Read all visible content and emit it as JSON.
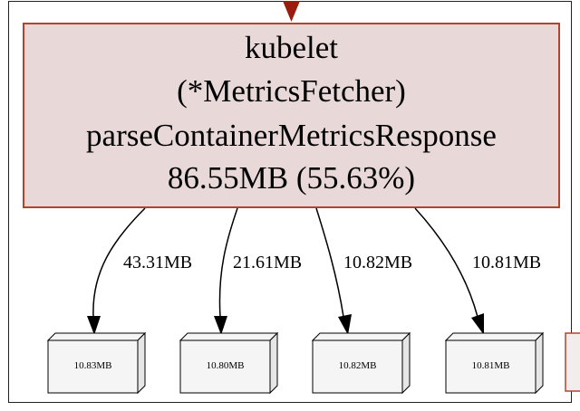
{
  "main_node": {
    "line1": "kubelet",
    "line2": "(*MetricsFetcher)",
    "line3": "parseContainerMetricsResponse",
    "line4": "86.55MB (55.63%)",
    "fill": "#e8d8d8",
    "stroke": "#b2432f"
  },
  "edges": [
    {
      "label": "43.31MB"
    },
    {
      "label": "21.61MB"
    },
    {
      "label": "10.82MB"
    },
    {
      "label": "10.81MB"
    }
  ],
  "child_nodes": [
    {
      "label": "10.83MB"
    },
    {
      "label": "10.80MB"
    },
    {
      "label": "10.82MB"
    },
    {
      "label": "10.81MB"
    }
  ],
  "incoming_arrow_color": "#9b1c0f",
  "box_fill": "#f5f5f5",
  "box_side_fill": "#e6e6e6"
}
